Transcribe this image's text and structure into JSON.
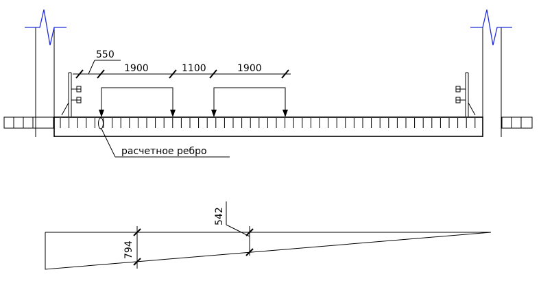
{
  "dimensions": {
    "d550": "550",
    "d1900a": "1900",
    "d1100": "1100",
    "d1900b": "1900"
  },
  "callout_label": "расчетное ребро",
  "influence_line": {
    "ordinate_left": "794",
    "ordinate_mid": "542"
  },
  "colors": {
    "line": "#000000",
    "break_symbol": "#1f2bd6",
    "background": "#ffffff"
  }
}
